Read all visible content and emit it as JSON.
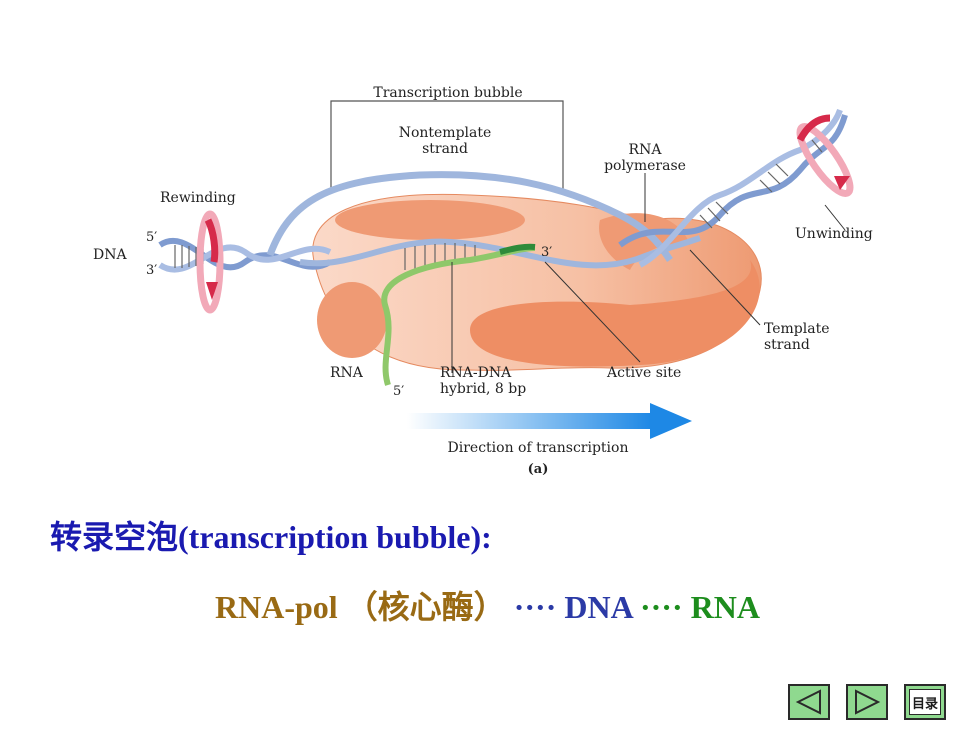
{
  "figure": {
    "labels": {
      "bubble": "Transcription bubble",
      "nontemplate_1": "Nontemplate",
      "nontemplate_2": "strand",
      "rna_pol_1": "RNA",
      "rna_pol_2": "polymerase",
      "rewinding": "Rewinding",
      "unwinding": "Unwinding",
      "dna": "DNA",
      "five_prime_top": "5′",
      "three_prime_bottom": "3′",
      "three_prime_rna": "3′",
      "template_1": "Template",
      "template_2": "strand",
      "rna": "RNA",
      "five_prime_rna": "5′",
      "hybrid_1": "RNA-DNA",
      "hybrid_2": "hybrid, 8 bp",
      "active_site": "Active site",
      "direction": "Direction of transcription",
      "panel": "(a)"
    }
  },
  "heading": {
    "zh": "转录空泡",
    "en": "(transcription bubble):"
  },
  "subline": {
    "rna_pol": "RNA-pol",
    "core_enzyme": "（核心酶）",
    "dots1": "···· ",
    "dna": "DNA",
    "dots2": " ···· ",
    "rna": "RNA"
  },
  "nav": {
    "toc_label": "目录"
  },
  "colors": {
    "heading_blue": "#1a1ab0",
    "rna_pol_brown": "#996a14",
    "dna_blue": "#2b3aa6",
    "rna_green": "#1d8d1d",
    "nav_green": "#8fd98f"
  }
}
